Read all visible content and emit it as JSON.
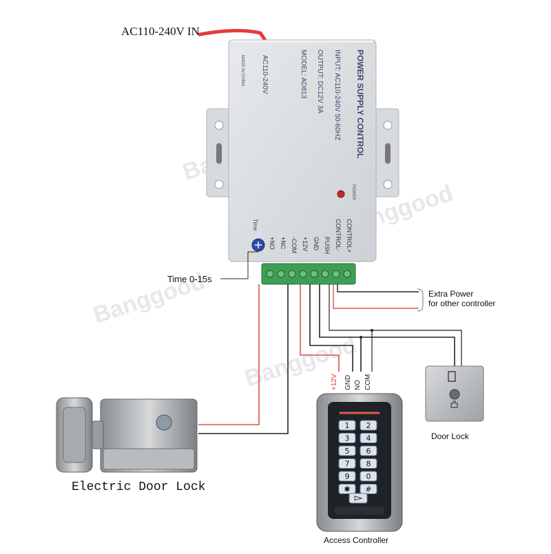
{
  "input_label": "AC110-240V IN",
  "power_box": {
    "brand": "POWER SUPPLY CONTROL",
    "input_spec": "INPUT: AC110-240V 50-60HZ",
    "output_spec": "OUTPUT: DC12V 3A",
    "model": "MODEL: AD813",
    "voltage": "AC110-240V",
    "origin": "MADE IN CHINA",
    "power_led_label": "POWER",
    "time_knob_label": "Time",
    "terminals": [
      "+NO",
      "+NC",
      "-COM",
      "+12V",
      "GND",
      "PUSH",
      "CONTROL-",
      "CONTROL+"
    ]
  },
  "time_label": "Time 0-15s",
  "extra_power_label": [
    "Extra Power",
    "for other controller"
  ],
  "controller_wires": [
    "+12V",
    "GND",
    "NO",
    "COM"
  ],
  "keypad_keys": [
    "1",
    "2",
    "3",
    "4",
    "5",
    "6",
    "7",
    "8",
    "9",
    "0",
    "✱",
    "#"
  ],
  "door_button_label": "Door Lock",
  "electric_lock_label": "Electric Door Lock",
  "access_controller_label": "Access Controller",
  "watermark": "Banggood",
  "colors": {
    "wire_red": "#e05050",
    "wire_black": "#222222",
    "terminal_green": "#3f9e55",
    "box_grey": "#dcdfe3"
  }
}
